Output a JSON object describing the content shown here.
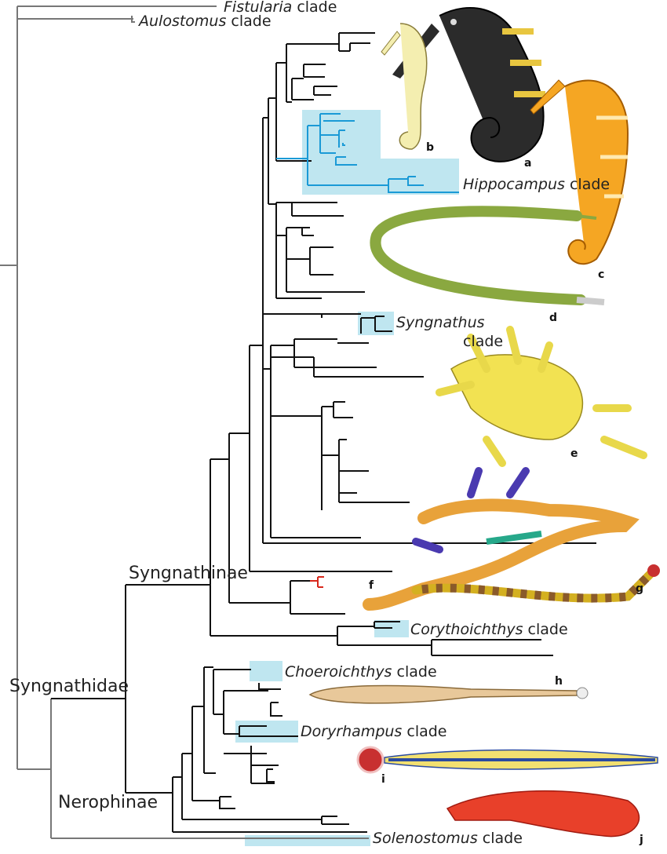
{
  "title": "Phylogeny of Syngnathidae with illustrations",
  "clades": {
    "fistularia": {
      "genus": "Fistularia",
      "suffix": "clade"
    },
    "aulostomus": {
      "genus": "Aulostomus",
      "suffix": "clade"
    },
    "hippocampus": {
      "genus": "Hippocampus",
      "suffix": "clade"
    },
    "syngnathus": {
      "genus": "Syngnathus",
      "suffix": "clade"
    },
    "corythoichthys": {
      "genus": "Corythoichthys",
      "suffix": "clade"
    },
    "choeroichthys": {
      "genus": "Choeroichthys",
      "suffix": "clade"
    },
    "doryrhampus": {
      "genus": "Doryrhampus",
      "suffix": "clade"
    },
    "solenostomus": {
      "genus": "Solenostomus",
      "suffix": "clade"
    }
  },
  "groups": {
    "syngnathinae": "Syngnathinae",
    "syngnathidae": "Syngnathidae",
    "nerophinae": "Nerophinae"
  },
  "figure_letters": [
    "a",
    "b",
    "c",
    "d",
    "e",
    "f",
    "g",
    "h",
    "i",
    "j"
  ],
  "colors": {
    "branch": "#111111",
    "outgroup": "#777777",
    "hippocampus": "#1a9ad6",
    "highlight": "#bfe6f0",
    "red_branch": "#d8281c"
  }
}
